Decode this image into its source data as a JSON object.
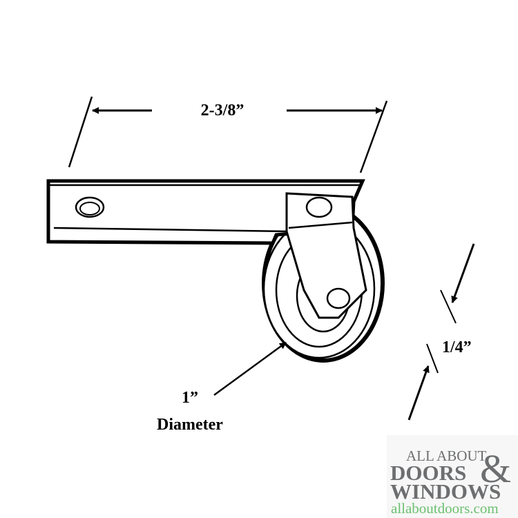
{
  "dimensions": {
    "length": "2-3/8”",
    "width": "1/4”",
    "diameter_value": "1”",
    "diameter_label": "Diameter"
  },
  "watermark": {
    "line1": "ALL ABOUT",
    "line2": "DOORS",
    "ampersand": "&",
    "line3": "WINDOWS",
    "url": "allaboutdoors.com",
    "text_color": "#6d6e70",
    "url_color": "#6cc070"
  }
}
